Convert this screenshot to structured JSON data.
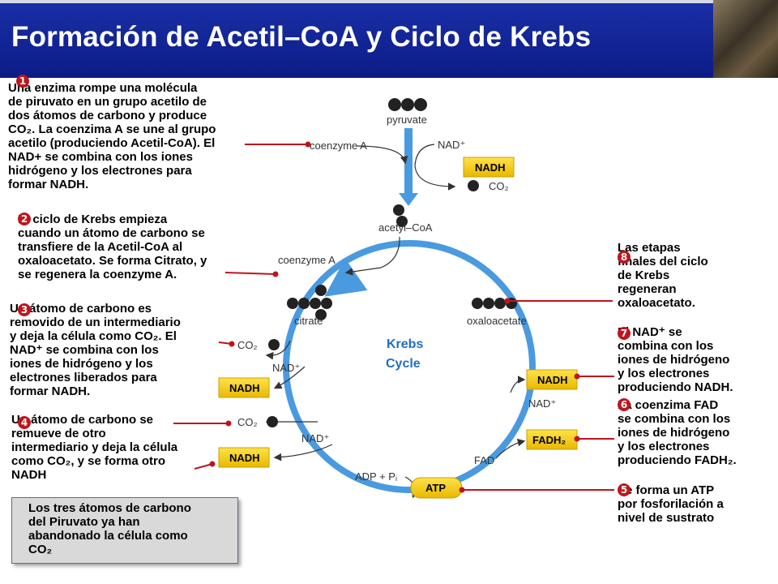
{
  "title": "Formación de Acetil–CoA y Ciclo de  Krebs",
  "notes": {
    "n1": {
      "num": "1",
      "text": "   Una enzima rompe una molécula\nde piruvato en un grupo acetilo de\ndos átomos de carbono y produce\nCO₂. La coenzima A se une al grupo\nacetilo  (produciendo Acetil-CoA). El\nNAD+ se combina con los iones\nhidrógeno y los electrones para\nformar NADH."
    },
    "n2": {
      "num": "2",
      "text": "   El ciclo de Krebs empieza\ncuando un átomo de carbono se\ntransfiere de la Acetil-CoA al\noxaloacetato. Se forma Citrato, y\nse regenera la coenzyme A."
    },
    "n3": {
      "num": "3",
      "text": "   Un átomo de carbono es\nremovido de un intermediario\ny deja la célula como CO₂. El\nNAD⁺ se combina con los\niones de hidrógeno y los\nelectrones liberados para\nformar NADH."
    },
    "n4": {
      "num": "4",
      "text": "     Un átomo de carbono se\nremueve de otro\nintermediario y deja la célula\ncomo CO₂, y se forma otro\nNADH"
    },
    "n5": {
      "num": "5",
      "text": "    Se forma un ATP\npor fosforilación a\nnivel de sustrato"
    },
    "n6": {
      "num": "6",
      "text": "    La coenzima FAD\nse combina con los\niones de hidrógeno\ny los electrones\nproduciendo FADH₂."
    },
    "n7": {
      "num": "7",
      "text": "    El NAD⁺ se\ncombina con los\niones de hidrógeno\ny los electrones\nproduciendo NADH."
    },
    "n8": {
      "num": "8",
      "text": "    Las etapas\n    finales del ciclo\nde Krebs\nregeneran\noxaloacetato."
    }
  },
  "summary": "Los tres átomos de carbono\ndel Piruvato ya han\nabandonado la célula como\nCO₂",
  "diagram": {
    "pyruvate": "pyruvate",
    "coenzyme_a_top": "coenzyme A",
    "nad_plus_top": "NAD⁺",
    "nadh_top": "NADH",
    "co2_top": "CO₂",
    "acetyl_coa": "acetyl–CoA",
    "coenzyme_a_mid": "coenzyme A",
    "citrate": "citrate",
    "oxaloacetate": "oxaloacetate",
    "krebs_line1": "Krebs",
    "krebs_line2": "Cycle",
    "co2_left1": "CO₂",
    "nad_plus_left1": "NAD⁺",
    "nadh_left1": "NADH",
    "co2_left2": "CO₂",
    "nad_plus_left2": "NAD⁺",
    "nadh_left2": "NADH",
    "adp_pi": "ADP + Pᵢ",
    "atp": "ATP",
    "nadh_right": "NADH",
    "nad_plus_right": "NAD⁺",
    "fadh2": "FADH₂",
    "fad": "FAD"
  },
  "colors": {
    "title_bg": "#0c1c86",
    "accent_red": "#c0141c",
    "arrow_blue": "#4a9ae0",
    "box_yellow": "#f5d000"
  }
}
